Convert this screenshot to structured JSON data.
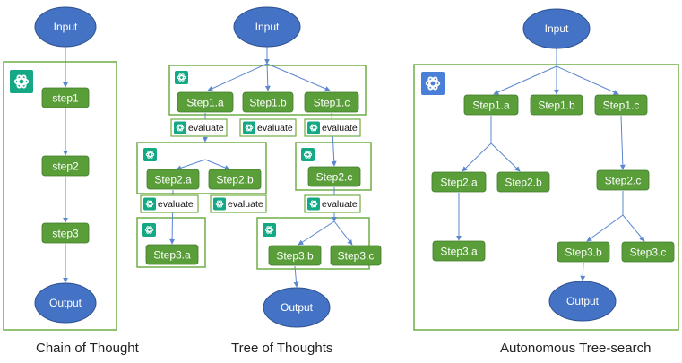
{
  "colors": {
    "step_fill": "#5a9e3a",
    "step_text": "#ffffff",
    "ellipse_fill": "#4472c4",
    "ellipse_text": "#ffffff",
    "container_border": "#70ad47",
    "arrow": "#5b87d0",
    "logo_green": "#15a884",
    "logo_blue": "#4a7fd8"
  },
  "icons": {
    "logo": "openai-logo-icon"
  },
  "chain_of_thought": {
    "caption": "Chain of Thought",
    "input": "Input",
    "steps": [
      "step1",
      "step2",
      "step3"
    ],
    "output": "Output"
  },
  "tree_of_thoughts": {
    "caption": "Tree of Thoughts",
    "input": "Input",
    "level1": [
      "Step1.a",
      "Step1.b",
      "Step1.c"
    ],
    "level2": [
      "Step2.a",
      "Step2.b",
      "Step2.c"
    ],
    "level3": [
      "Step3.a",
      "Step3.b",
      "Step3.c"
    ],
    "evaluate_label": "evaluate",
    "output": "Output"
  },
  "autonomous_tree_search": {
    "caption": "Autonomous Tree-search",
    "input": "Input",
    "level1": [
      "Step1.a",
      "Step1.b",
      "Step1.c"
    ],
    "level2": [
      "Step2.a",
      "Step2.b",
      "Step2.c"
    ],
    "level3": [
      "Step3.a",
      "Step3.b",
      "Step3.c"
    ],
    "output": "Output"
  }
}
